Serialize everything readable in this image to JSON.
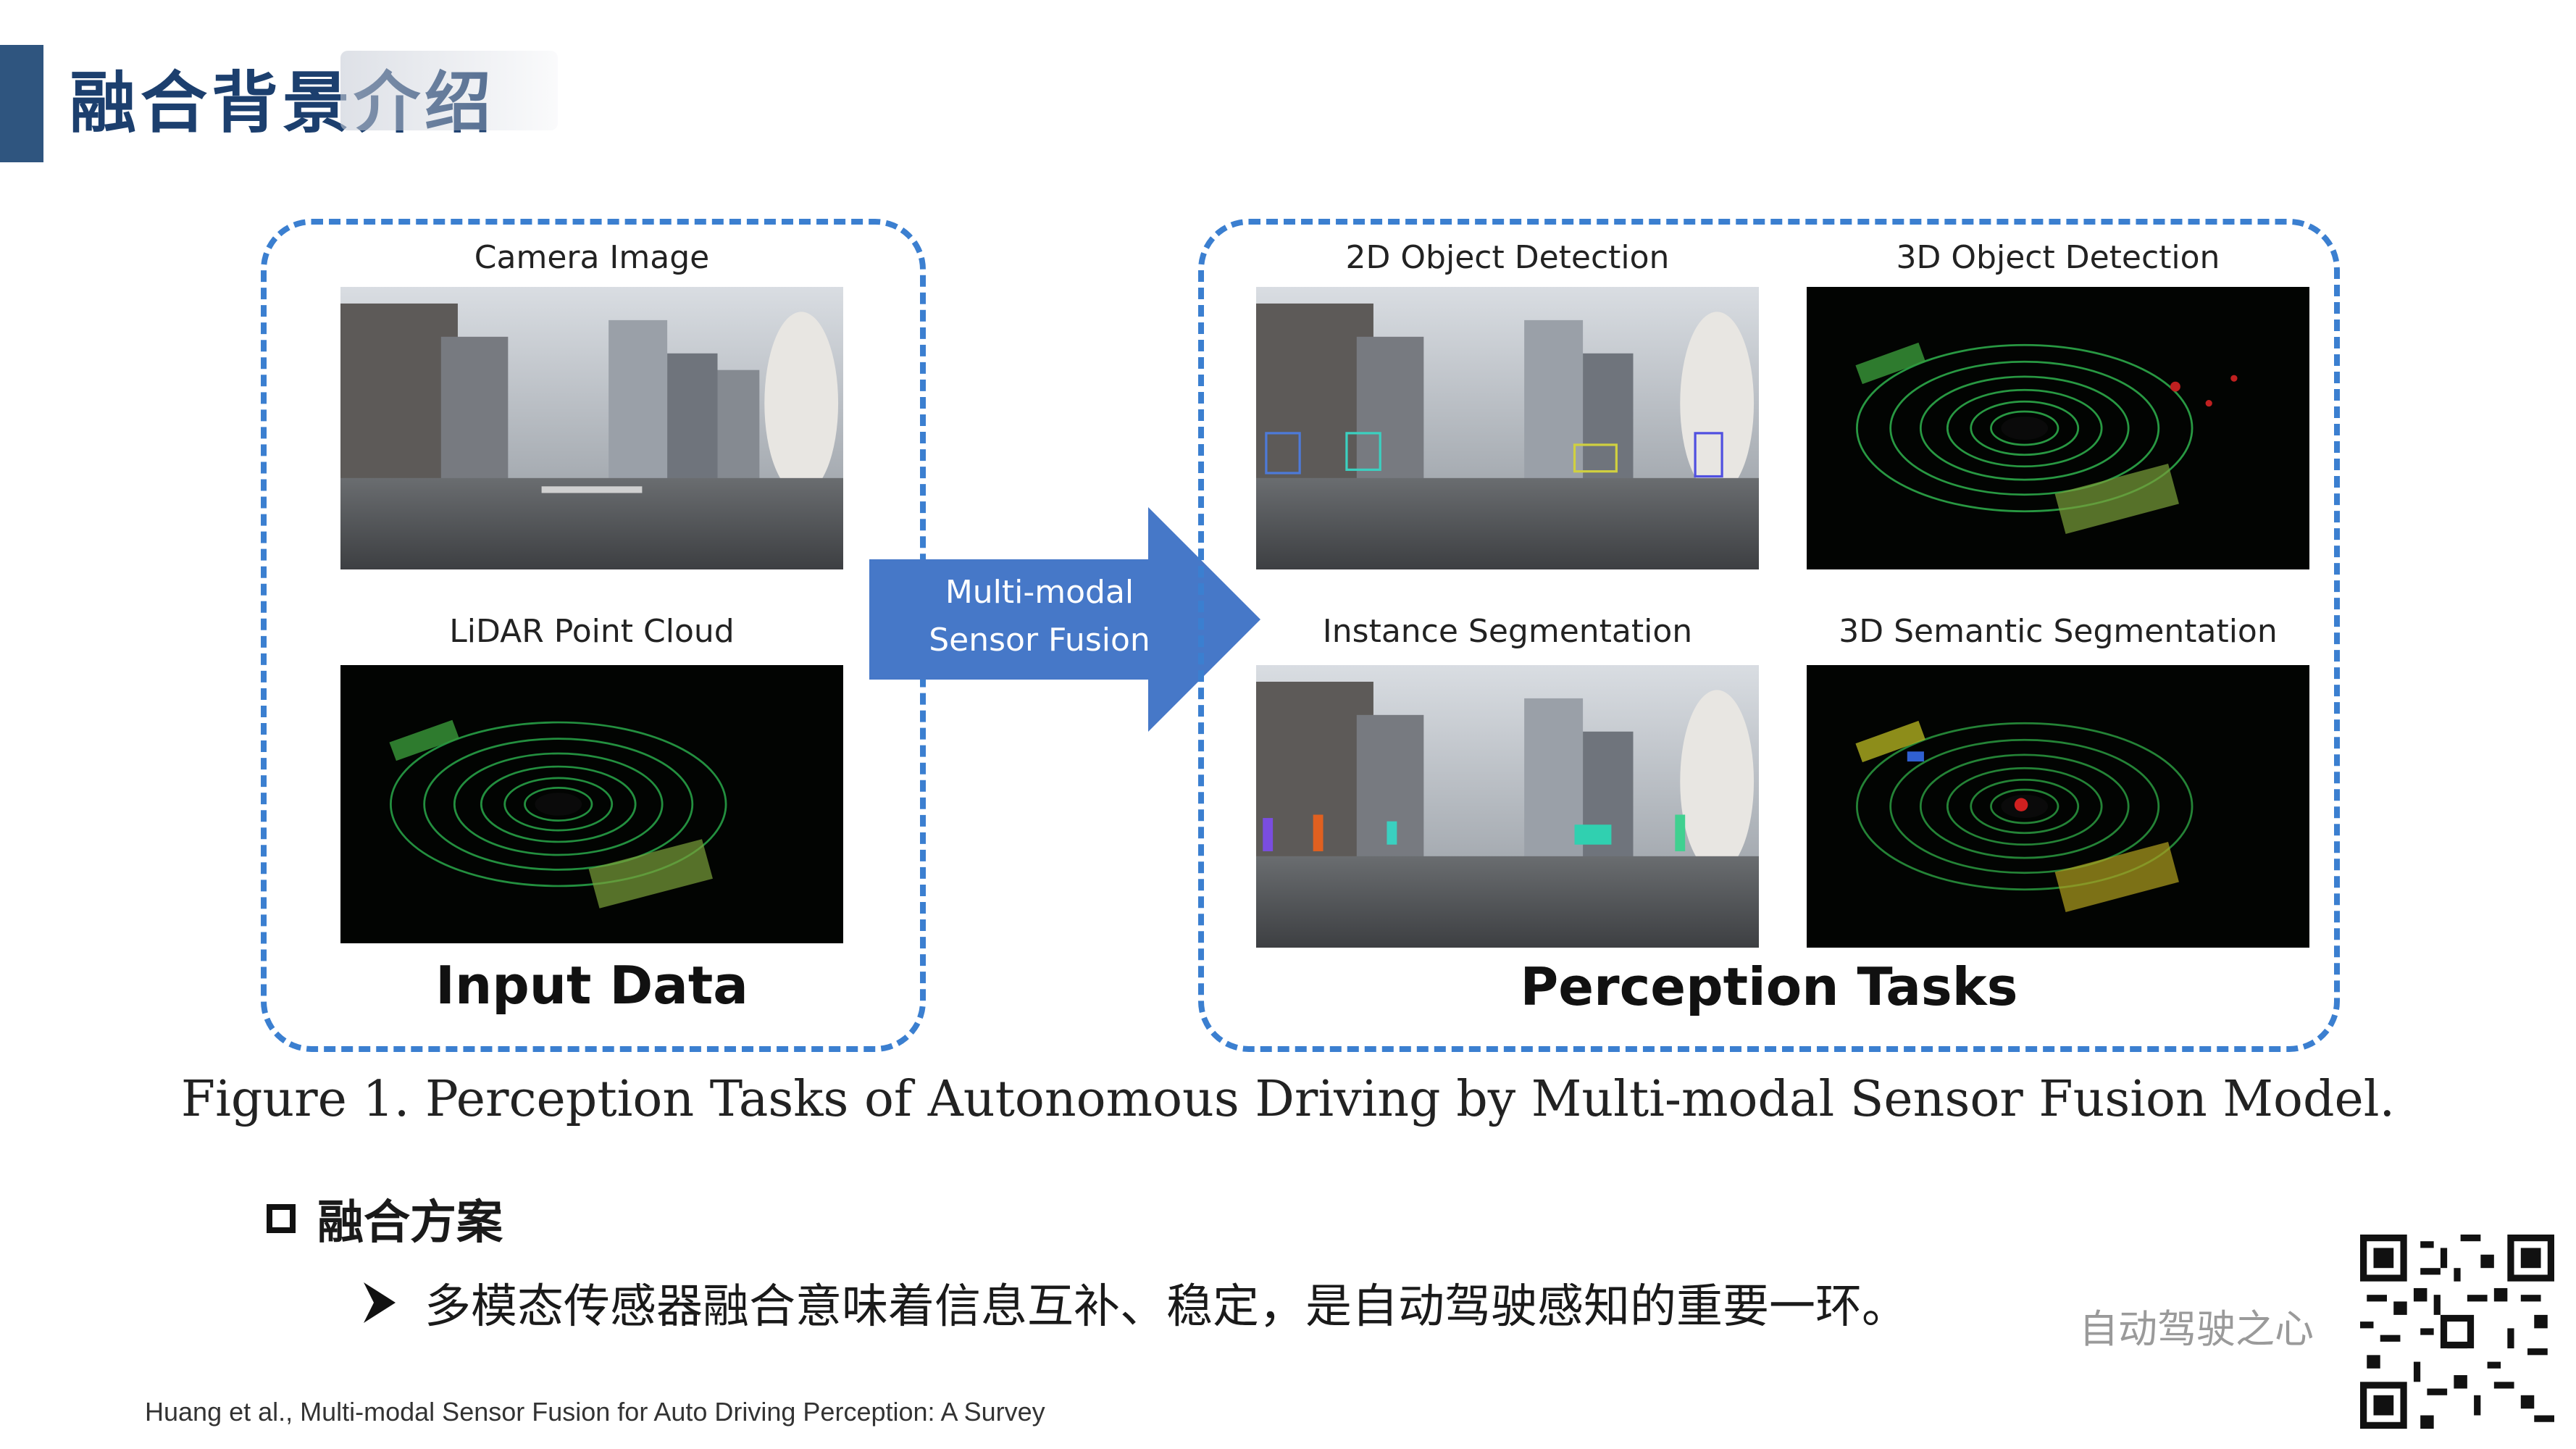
{
  "slide": {
    "title": "融合背景介绍"
  },
  "figure": {
    "input_box": {
      "camera_label": "Camera Image",
      "lidar_label": "LiDAR Point Cloud",
      "caption": "Input Data"
    },
    "arrow_text_line1": "Multi-modal",
    "arrow_text_line2": "Sensor Fusion",
    "tasks_box": {
      "det2d_label": "2D Object Detection",
      "det3d_label": "3D Object Detection",
      "inst_seg_label": "Instance Segmentation",
      "sem_seg_label": "3D Semantic Segmentation",
      "caption": "Perception Tasks"
    },
    "caption": "Figure 1. Perception Tasks of Autonomous Driving by Multi-modal Sensor Fusion Model."
  },
  "section": {
    "heading": "融合方案",
    "bullet": "多模态传感器融合意味着信息互补、稳定，是自动驾驶感知的重要一环。"
  },
  "watermark": "自动驾驶之心",
  "citation": "Huang et al., Multi-modal Sensor Fusion for Auto Driving Perception: A Survey",
  "colors": {
    "title": "#1c3f6e",
    "accent_bar": "#2f557f",
    "dashed_border": "#3b7fd0",
    "arrow": "#4678c8"
  }
}
